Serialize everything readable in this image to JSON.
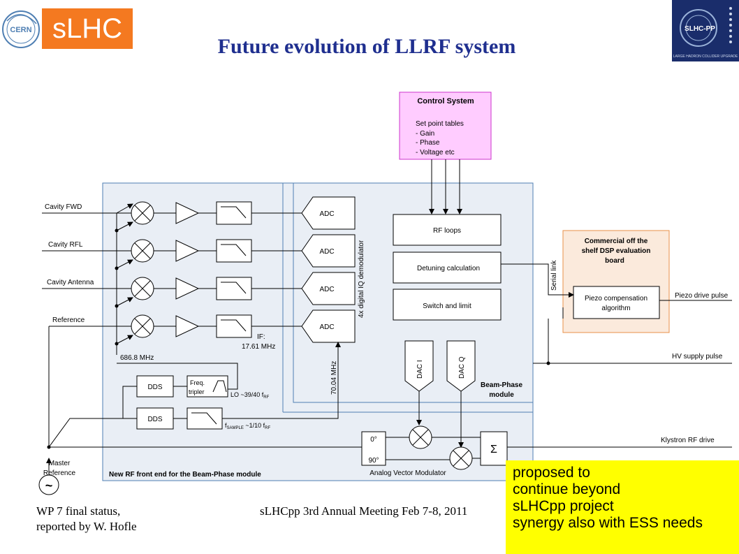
{
  "header": {
    "cern_logo_text": "CERN",
    "slhc_badge": "sLHC",
    "title": "Future evolution of LLRF system",
    "slhcpp_logo_text": "SLHC-PP",
    "slhcpp_logo_caption": "LARGE HADRON COLLIDER UPGRADE"
  },
  "diagram": {
    "inputs": {
      "cavity_fwd": "Cavity FWD",
      "cavity_rfl": "Cavity RFL",
      "cavity_antenna": "Cavity Antenna",
      "reference": "Reference",
      "master_reference_1": "Master",
      "master_reference_2": "Reference",
      "tilde": "~"
    },
    "front_end": {
      "lo_freq": "686.8 MHz",
      "if_line1": "IF:",
      "if_line2": "17.61 MHz",
      "dds1": "DDS",
      "dds2": "DDS",
      "tripler_line1": "Freq.",
      "tripler_line2": "tripler",
      "lo_label": "LO ~39/40 f",
      "lo_sub": "RF",
      "fsample_f": "f",
      "fsample_sub": "SAMPLE",
      "fsample_rest": " ~1/10 f",
      "fsample_rf": "RF",
      "clock": "70.04 MHz",
      "caption": "New RF front end for the Beam-Phase module"
    },
    "adc_labels": [
      "ADC",
      "ADC",
      "ADC",
      "ADC"
    ],
    "demod": "4x digital IQ demodulator",
    "control_system": {
      "title": "Control System",
      "line1": "Set point tables",
      "line2": "- Gain",
      "line3": "- Phase",
      "line4": "- Voltage etc"
    },
    "blocks": {
      "rf_loops": "RF loops",
      "detuning": "Detuning calculation",
      "switch_limit": "Switch and limit",
      "dac_i": "DAC I",
      "dac_q": "DAC Q",
      "bpm_line1": "Beam-Phase",
      "bpm_line2": "module"
    },
    "dsp": {
      "title_line1": "Commercial off the",
      "title_line2": "shelf DSP evaluation",
      "title_line3": "board",
      "serial_link": "Serial link",
      "piezo_line1": "Piezo compensation",
      "piezo_line2": "algorithm"
    },
    "outputs": {
      "piezo": "Piezo drive pulse",
      "hv": "HV supply pulse",
      "klystron": "Klystron RF drive"
    },
    "vector_mod": {
      "deg0": "0°",
      "deg90": "90°",
      "sigma": "Σ",
      "caption": "Analog Vector Modulator"
    }
  },
  "footer": {
    "left_line1": "WP 7 final status,",
    "left_line2": "reported by W. Hofle",
    "center": "sLHCpp 3rd Annual Meeting  Feb 7-8, 2011"
  },
  "note": {
    "line1": "proposed to",
    "line2": "continue beyond",
    "line3": "sLHCpp project",
    "line4": "synergy also with ESS needs"
  },
  "colors": {
    "orange": "#f47920",
    "title_blue": "#1f2f8f",
    "panel_blue": "#e9eef5",
    "panel_border": "#4f7fb3",
    "control_pink": "#ffccff",
    "control_border": "#cc33cc",
    "dsp_bg": "#fbeadc",
    "dsp_border": "#e8904a",
    "note_yellow": "#ffff00"
  }
}
